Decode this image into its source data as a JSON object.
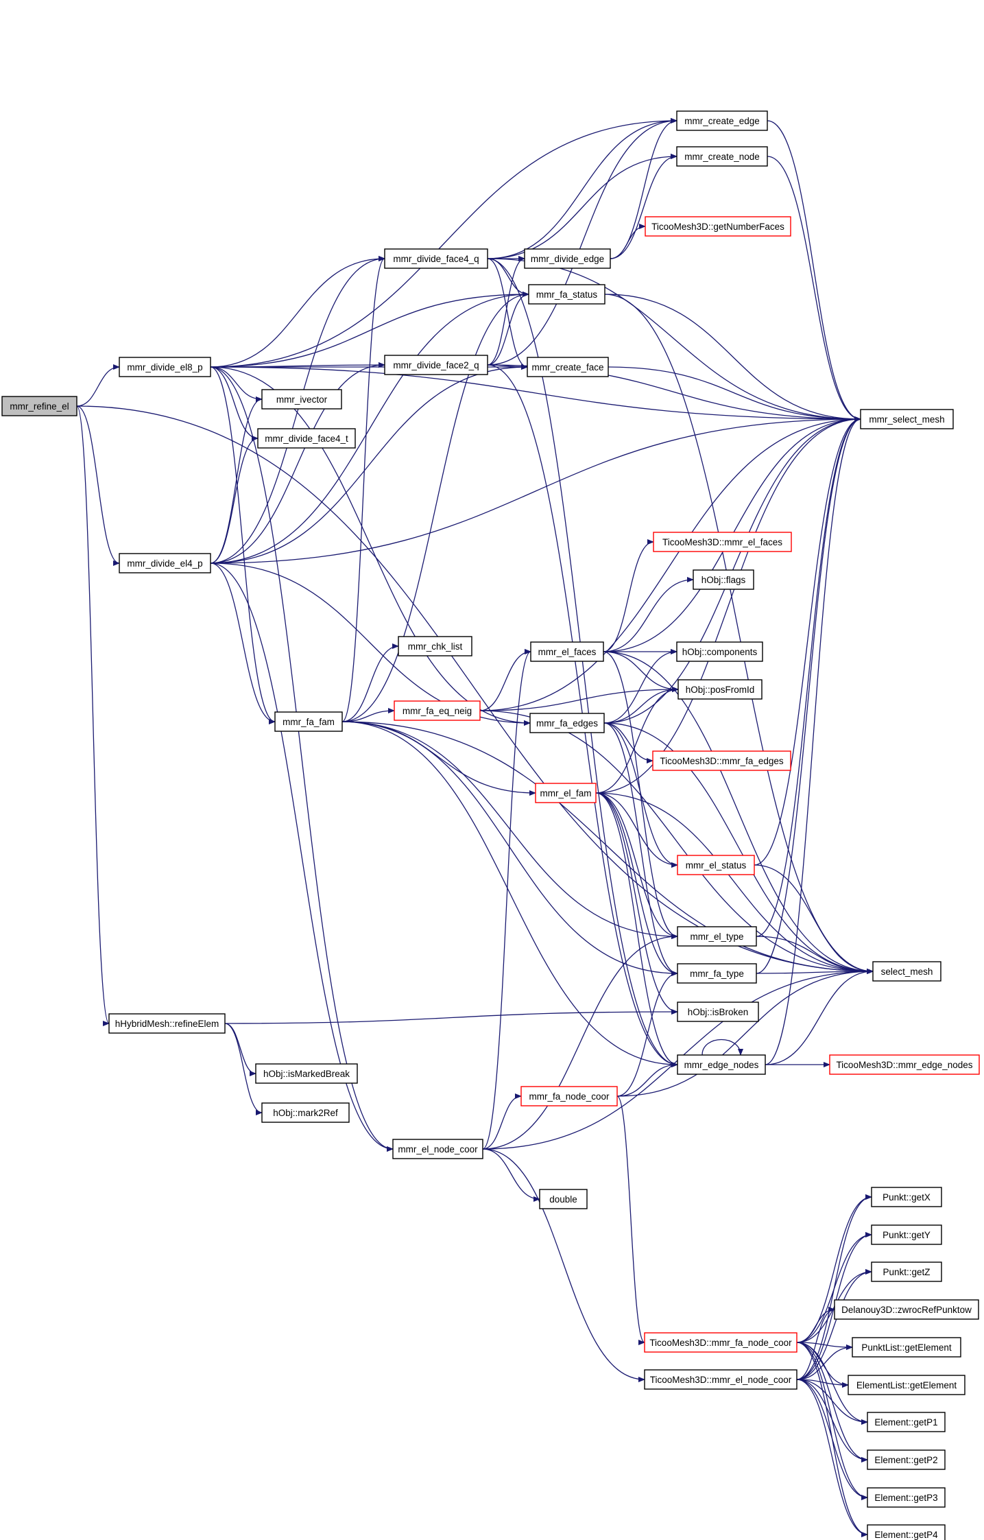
{
  "colors": {
    "edge": "#191970",
    "node_border": "#000000",
    "node_incomplete_border": "#ff0000",
    "root_fill": "#bfbfbf",
    "node_fill": "#ffffff"
  },
  "nodes": [
    {
      "id": "n0",
      "label": "mmr_refine_el",
      "root": true
    },
    {
      "id": "n1",
      "label": "mmr_divide_el8_p"
    },
    {
      "id": "n2",
      "label": "mmr_divide_el4_p"
    },
    {
      "id": "n3",
      "label": "hHybridMesh::refineElem"
    },
    {
      "id": "n4",
      "label": "mmr_divide_face4_q"
    },
    {
      "id": "n5",
      "label": "mmr_divide_face2_q"
    },
    {
      "id": "n6",
      "label": "mmr_ivector"
    },
    {
      "id": "n7",
      "label": "mmr_divide_face4_t"
    },
    {
      "id": "n8",
      "label": "mmr_fa_fam"
    },
    {
      "id": "n9",
      "label": "mmr_chk_list"
    },
    {
      "id": "n10",
      "label": "mmr_fa_eq_neig",
      "incomplete": true
    },
    {
      "id": "n11",
      "label": "hObj::isMarkedBreak"
    },
    {
      "id": "n12",
      "label": "hObj::mark2Ref"
    },
    {
      "id": "n13",
      "label": "mmr_el_node_coor"
    },
    {
      "id": "n14",
      "label": "mmr_create_edge"
    },
    {
      "id": "n15",
      "label": "mmr_create_node"
    },
    {
      "id": "n16",
      "label": "mmr_divide_edge"
    },
    {
      "id": "n17",
      "label": "mmr_fa_status"
    },
    {
      "id": "n18",
      "label": "mmr_create_face"
    },
    {
      "id": "n19",
      "label": "mmr_el_faces"
    },
    {
      "id": "n20",
      "label": "mmr_fa_edges"
    },
    {
      "id": "n21",
      "label": "mmr_el_fam",
      "incomplete": true
    },
    {
      "id": "n22",
      "label": "mmr_fa_node_coor",
      "incomplete": true
    },
    {
      "id": "n23",
      "label": "double"
    },
    {
      "id": "n24",
      "label": "TicooMesh3D::mmr_fa_node_coor",
      "incomplete": true
    },
    {
      "id": "n25",
      "label": "TicooMesh3D::mmr_el_node_coor"
    },
    {
      "id": "n26",
      "label": "TicooMesh3D::getNumberFaces",
      "incomplete": true
    },
    {
      "id": "n27",
      "label": "TicooMesh3D::mmr_el_faces",
      "incomplete": true
    },
    {
      "id": "n28",
      "label": "hObj::flags"
    },
    {
      "id": "n29",
      "label": "hObj::components"
    },
    {
      "id": "n30",
      "label": "hObj::posFromId"
    },
    {
      "id": "n31",
      "label": "TicooMesh3D::mmr_fa_edges",
      "incomplete": true
    },
    {
      "id": "n32",
      "label": "mmr_el_status",
      "incomplete": true
    },
    {
      "id": "n33",
      "label": "mmr_el_type"
    },
    {
      "id": "n34",
      "label": "mmr_fa_type"
    },
    {
      "id": "n35",
      "label": "hObj::isBroken"
    },
    {
      "id": "n36",
      "label": "mmr_edge_nodes"
    },
    {
      "id": "n37",
      "label": "mmr_select_mesh"
    },
    {
      "id": "n38",
      "label": "select_mesh"
    },
    {
      "id": "n39",
      "label": "TicooMesh3D::mmr_edge_nodes",
      "incomplete": true
    },
    {
      "id": "n40",
      "label": "Punkt::getX"
    },
    {
      "id": "n41",
      "label": "Punkt::getY"
    },
    {
      "id": "n42",
      "label": "Punkt::getZ"
    },
    {
      "id": "n43",
      "label": "Delanouy3D::zwrocRefPunktow"
    },
    {
      "id": "n44",
      "label": "PunktList::getElement"
    },
    {
      "id": "n45",
      "label": "ElementList::getElement"
    },
    {
      "id": "n46",
      "label": "Element::getP1"
    },
    {
      "id": "n47",
      "label": "Element::getP2"
    },
    {
      "id": "n48",
      "label": "Element::getP3"
    },
    {
      "id": "n49",
      "label": "Element::getP4"
    }
  ],
  "edges": [
    [
      "n0",
      "n1"
    ],
    [
      "n0",
      "n2"
    ],
    [
      "n0",
      "n3"
    ],
    [
      "n0",
      "n38"
    ],
    [
      "n1",
      "n4"
    ],
    [
      "n1",
      "n5"
    ],
    [
      "n1",
      "n6"
    ],
    [
      "n1",
      "n7"
    ],
    [
      "n1",
      "n8"
    ],
    [
      "n1",
      "n13"
    ],
    [
      "n1",
      "n14"
    ],
    [
      "n1",
      "n17"
    ],
    [
      "n1",
      "n18"
    ],
    [
      "n1",
      "n20"
    ],
    [
      "n1",
      "n37"
    ],
    [
      "n2",
      "n4"
    ],
    [
      "n2",
      "n5"
    ],
    [
      "n2",
      "n6"
    ],
    [
      "n2",
      "n7"
    ],
    [
      "n2",
      "n8"
    ],
    [
      "n2",
      "n13"
    ],
    [
      "n2",
      "n17"
    ],
    [
      "n2",
      "n18"
    ],
    [
      "n2",
      "n20"
    ],
    [
      "n2",
      "n37"
    ],
    [
      "n3",
      "n11"
    ],
    [
      "n3",
      "n12"
    ],
    [
      "n3",
      "n35"
    ],
    [
      "n4",
      "n14"
    ],
    [
      "n4",
      "n15"
    ],
    [
      "n4",
      "n16"
    ],
    [
      "n4",
      "n17"
    ],
    [
      "n4",
      "n18"
    ],
    [
      "n4",
      "n36"
    ],
    [
      "n4",
      "n37"
    ],
    [
      "n5",
      "n14"
    ],
    [
      "n5",
      "n16"
    ],
    [
      "n5",
      "n17"
    ],
    [
      "n5",
      "n18"
    ],
    [
      "n5",
      "n36"
    ],
    [
      "n5",
      "n37"
    ],
    [
      "n8",
      "n4"
    ],
    [
      "n8",
      "n9"
    ],
    [
      "n8",
      "n10"
    ],
    [
      "n8",
      "n17"
    ],
    [
      "n8",
      "n21"
    ],
    [
      "n8",
      "n33"
    ],
    [
      "n8",
      "n34"
    ],
    [
      "n8",
      "n36"
    ],
    [
      "n8",
      "n38"
    ],
    [
      "n10",
      "n19"
    ],
    [
      "n10",
      "n30"
    ],
    [
      "n10",
      "n37"
    ],
    [
      "n10",
      "n38"
    ],
    [
      "n13",
      "n19"
    ],
    [
      "n13",
      "n22"
    ],
    [
      "n13",
      "n23"
    ],
    [
      "n13",
      "n25"
    ],
    [
      "n13",
      "n33"
    ],
    [
      "n13",
      "n38"
    ],
    [
      "n16",
      "n14"
    ],
    [
      "n16",
      "n15"
    ],
    [
      "n16",
      "n26"
    ],
    [
      "n17",
      "n37"
    ],
    [
      "n17",
      "n38"
    ],
    [
      "n18",
      "n37"
    ],
    [
      "n19",
      "n27"
    ],
    [
      "n19",
      "n28"
    ],
    [
      "n19",
      "n29"
    ],
    [
      "n19",
      "n30"
    ],
    [
      "n19",
      "n33"
    ],
    [
      "n19",
      "n37"
    ],
    [
      "n19",
      "n38"
    ],
    [
      "n20",
      "n29"
    ],
    [
      "n20",
      "n30"
    ],
    [
      "n20",
      "n31"
    ],
    [
      "n20",
      "n32"
    ],
    [
      "n20",
      "n34"
    ],
    [
      "n20",
      "n37"
    ],
    [
      "n20",
      "n38"
    ],
    [
      "n21",
      "n30"
    ],
    [
      "n21",
      "n32"
    ],
    [
      "n21",
      "n33"
    ],
    [
      "n21",
      "n34"
    ],
    [
      "n21",
      "n35"
    ],
    [
      "n21",
      "n36"
    ],
    [
      "n21",
      "n37"
    ],
    [
      "n21",
      "n38"
    ],
    [
      "n22",
      "n24"
    ],
    [
      "n22",
      "n34"
    ],
    [
      "n22",
      "n36"
    ],
    [
      "n22",
      "n38"
    ],
    [
      "n24",
      "n40"
    ],
    [
      "n24",
      "n41"
    ],
    [
      "n24",
      "n42"
    ],
    [
      "n24",
      "n43"
    ],
    [
      "n24",
      "n44"
    ],
    [
      "n24",
      "n45"
    ],
    [
      "n24",
      "n46"
    ],
    [
      "n24",
      "n47"
    ],
    [
      "n24",
      "n48"
    ],
    [
      "n24",
      "n49"
    ],
    [
      "n25",
      "n40"
    ],
    [
      "n25",
      "n41"
    ],
    [
      "n25",
      "n42"
    ],
    [
      "n25",
      "n43"
    ],
    [
      "n25",
      "n44"
    ],
    [
      "n25",
      "n45"
    ],
    [
      "n25",
      "n46"
    ],
    [
      "n25",
      "n47"
    ],
    [
      "n25",
      "n48"
    ],
    [
      "n25",
      "n49"
    ],
    [
      "n32",
      "n37"
    ],
    [
      "n32",
      "n38"
    ],
    [
      "n33",
      "n37"
    ],
    [
      "n33",
      "n38"
    ],
    [
      "n34",
      "n37"
    ],
    [
      "n34",
      "n38"
    ],
    [
      "n36",
      "n36"
    ],
    [
      "n36",
      "n37"
    ],
    [
      "n36",
      "n38"
    ],
    [
      "n36",
      "n39"
    ],
    [
      "n14",
      "n37"
    ],
    [
      "n15",
      "n37"
    ]
  ]
}
